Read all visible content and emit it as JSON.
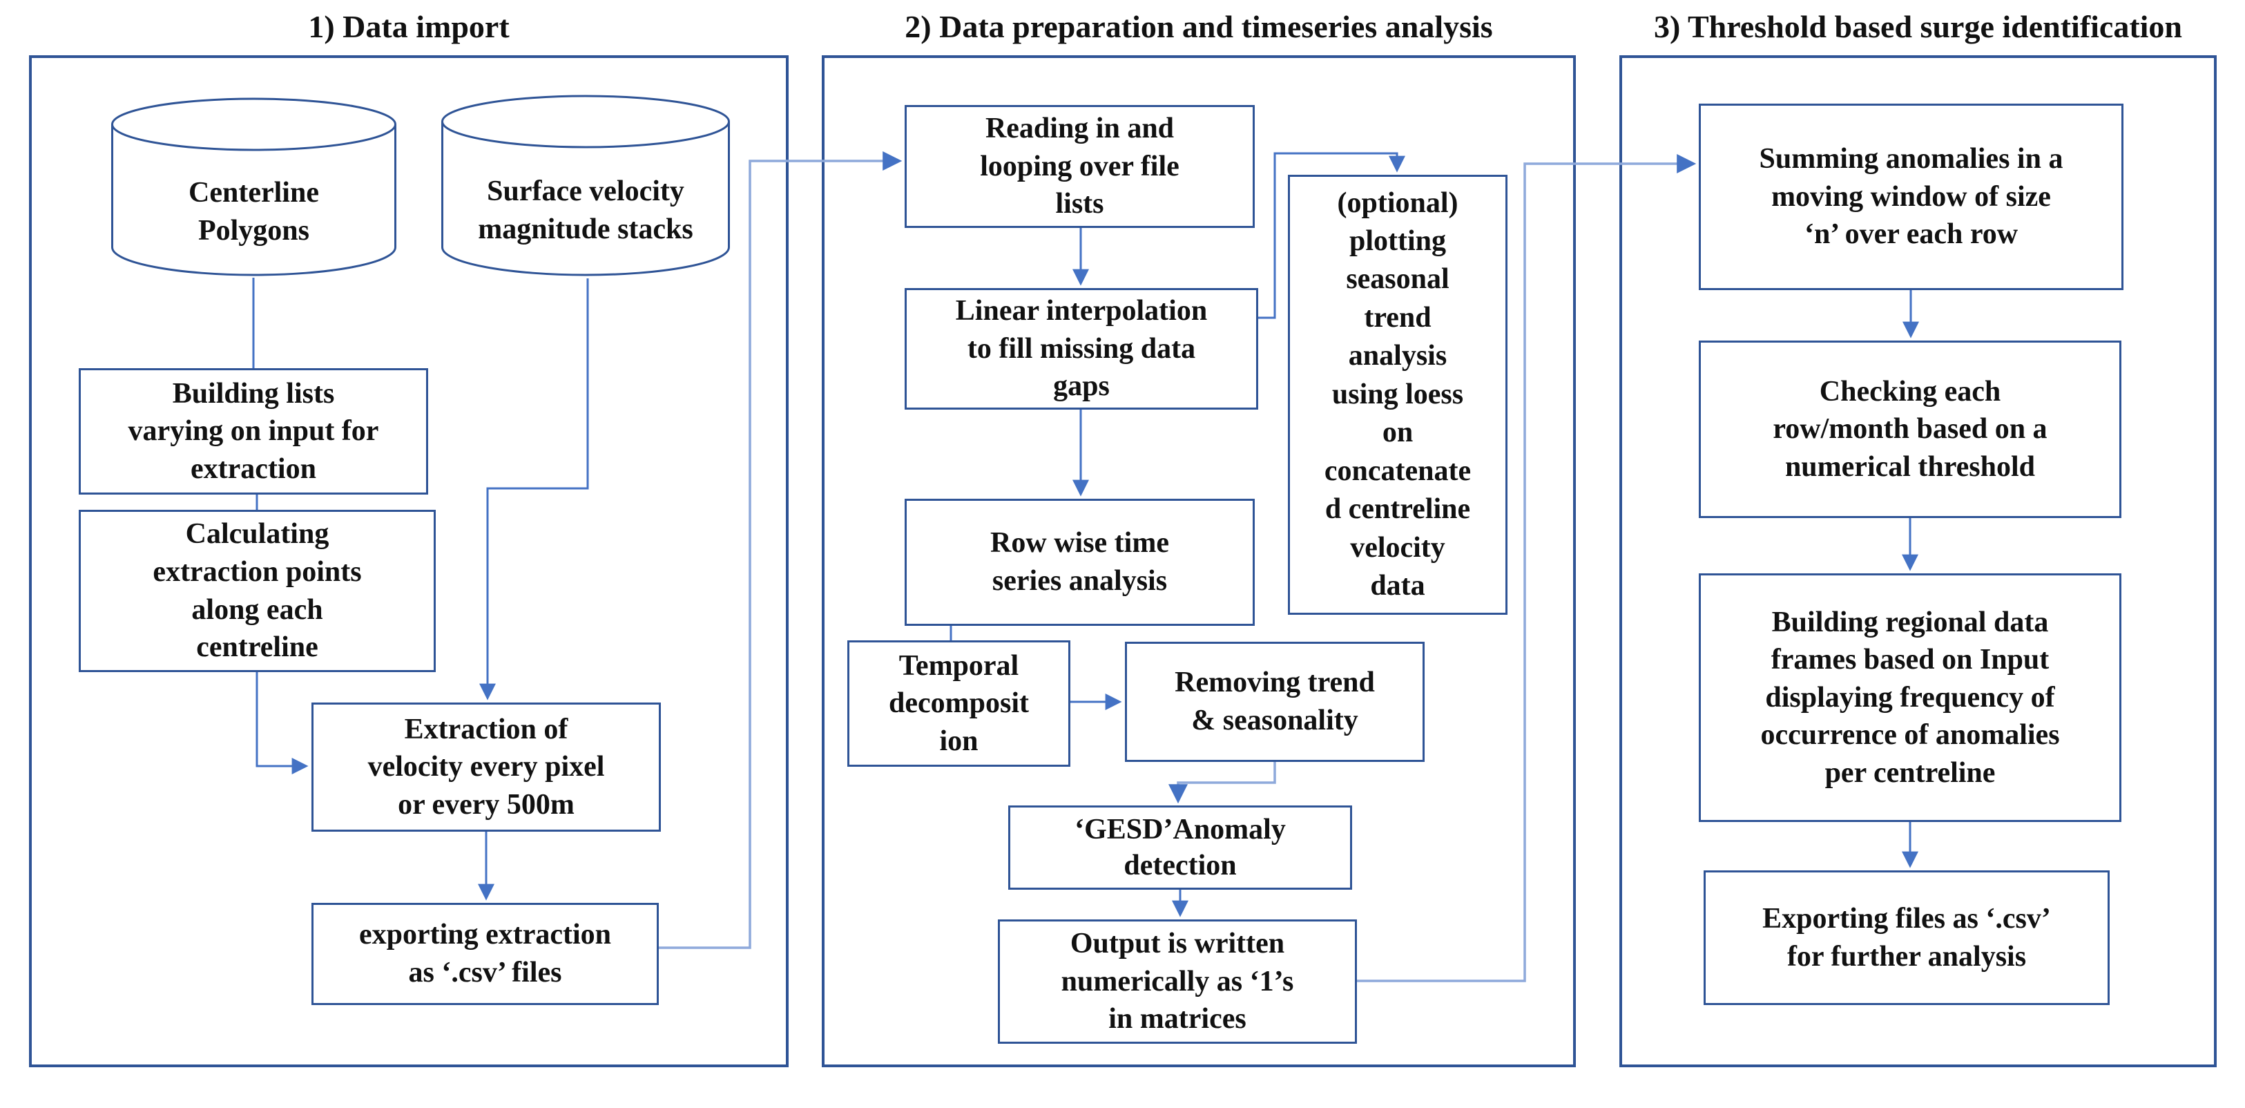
{
  "colors": {
    "panel_border": "#2F5496",
    "box_border": "#2F5496",
    "connector": "#4472C4",
    "connector_light": "#8EA9DB",
    "text": "#111111",
    "background": "#FFFFFF"
  },
  "panels": [
    {
      "title": "1) Data import",
      "nodes": {
        "centerline_polygons": {
          "lines": [
            "Centerline",
            "Polygons"
          ]
        },
        "surface_velocity": {
          "lines": [
            "Surface velocity",
            "magnitude stacks"
          ]
        },
        "building_lists": {
          "lines": [
            "Building lists",
            "varying on input for",
            "extraction"
          ]
        },
        "calculating_points": {
          "lines": [
            "Calculating",
            "extraction points",
            "along each",
            "centreline"
          ]
        },
        "extraction_velocity": {
          "lines": [
            "Extraction of",
            "velocity every pixel",
            "or every 500m"
          ]
        },
        "exporting_extraction": {
          "lines": [
            "exporting extraction",
            "as ‘.csv’ files"
          ]
        }
      }
    },
    {
      "title": "2) Data preparation and timeseries analysis",
      "nodes": {
        "reading_looping": {
          "lines": [
            "Reading in and",
            "looping over file",
            "lists"
          ]
        },
        "linear_interpolation": {
          "lines": [
            "Linear interpolation",
            "to fill missing data",
            "gaps"
          ]
        },
        "row_wise": {
          "lines": [
            "Row wise time",
            "series analysis"
          ]
        },
        "temporal_decomposition": {
          "lines": [
            "Temporal",
            "decomposit",
            "ion"
          ]
        },
        "removing_trend": {
          "lines": [
            "Removing trend",
            "& seasonality"
          ]
        },
        "gesd_anomaly": {
          "lines": [
            "‘GESD’Anomaly",
            "detection"
          ]
        },
        "output_matrices": {
          "lines": [
            "Output is written",
            "numerically as ‘1’s",
            "in matrices"
          ]
        },
        "optional_plotting": {
          "lines": [
            "(optional)",
            "plotting",
            "seasonal",
            "trend",
            "analysis",
            "using loess",
            "on",
            "concatenate",
            "d centreline",
            "velocity",
            "data"
          ]
        }
      }
    },
    {
      "title": "3) Threshold based surge identification",
      "nodes": {
        "summing_anomalies": {
          "lines": [
            "Summing anomalies in a",
            "moving window of size",
            "‘n’ over each row"
          ]
        },
        "checking_rows": {
          "lines": [
            "Checking each",
            "row/month based on a",
            "numerical threshold"
          ]
        },
        "building_frames": {
          "lines": [
            "Building regional data",
            "frames based on Input",
            "displaying frequency of",
            "occurrence of anomalies",
            "per centreline"
          ]
        },
        "exporting_files": {
          "lines": [
            "Exporting files as  ‘.csv’",
            "for further analysis"
          ]
        }
      }
    }
  ]
}
